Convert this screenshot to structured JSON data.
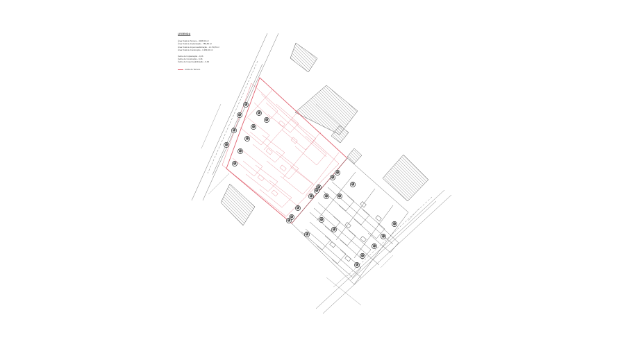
{
  "legend": {
    "title": "LEGENDA",
    "area_rows": [
      "Área Total do Terreno - 3006,50 m²",
      "Área Total de Implantação - 789,65 m²",
      "Área Total de Impermeabilização - 1.179,95 m²",
      "Área Total de Construção - 1.389,40 m²"
    ],
    "index_rows": [
      "Índice de Implantação - 0,26",
      "Índice de Construção - 0,46",
      "Índice de Impermeabilização - 0,39"
    ],
    "boundary_label": "Limite do Terreno"
  },
  "colors": {
    "boundary": "#e0606e",
    "linework": "#555555",
    "hatch": "#666666",
    "tree": "#333333"
  },
  "icons": {
    "tree": "tree-icon"
  }
}
